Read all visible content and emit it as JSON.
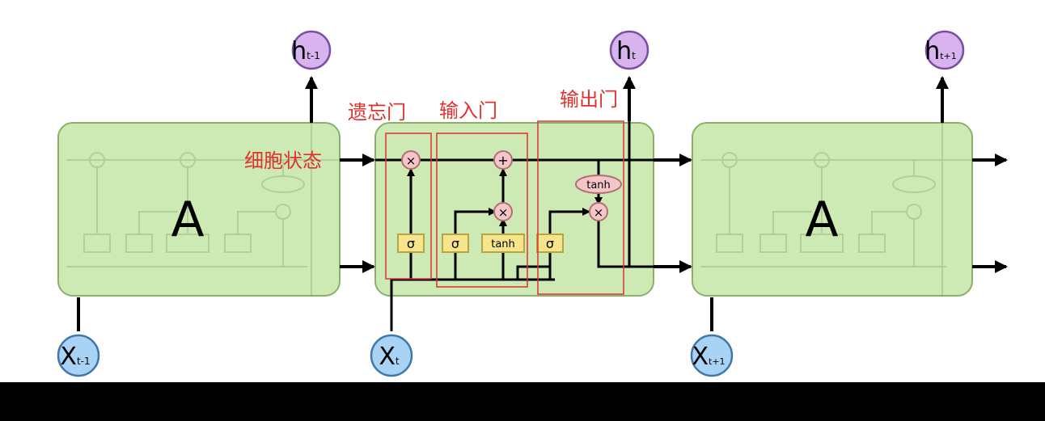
{
  "diagram": {
    "cell_label": "A",
    "inputs": [
      {
        "main": "X",
        "sub": "t-1"
      },
      {
        "main": "X",
        "sub": "t"
      },
      {
        "main": "X",
        "sub": "t+1"
      }
    ],
    "outputs": [
      {
        "main": "h",
        "sub": "t-1"
      },
      {
        "main": "h",
        "sub": "t"
      },
      {
        "main": "h",
        "sub": "t+1"
      }
    ],
    "layers": {
      "sigma": "σ",
      "tanh": "tanh"
    },
    "ops": {
      "multiply": "×",
      "add": "+"
    }
  },
  "annotations": {
    "cell_state": "细胞状态",
    "forget_gate": "遗忘门",
    "input_gate": "输入门",
    "output_gate": "输出门"
  },
  "colors": {
    "cell_fill": "#cde9b4",
    "cell_stroke": "#8bb06b",
    "layer_fill": "#f6e58c",
    "layer_stroke": "#b9a442",
    "op_fill": "#f4c6c9",
    "op_stroke": "#b46e72",
    "input_fill": "#a9d3f5",
    "input_stroke": "#3f77a8",
    "output_fill": "#d8b4ef",
    "output_stroke": "#7b4ea5",
    "annotation": "#e0312f"
  }
}
